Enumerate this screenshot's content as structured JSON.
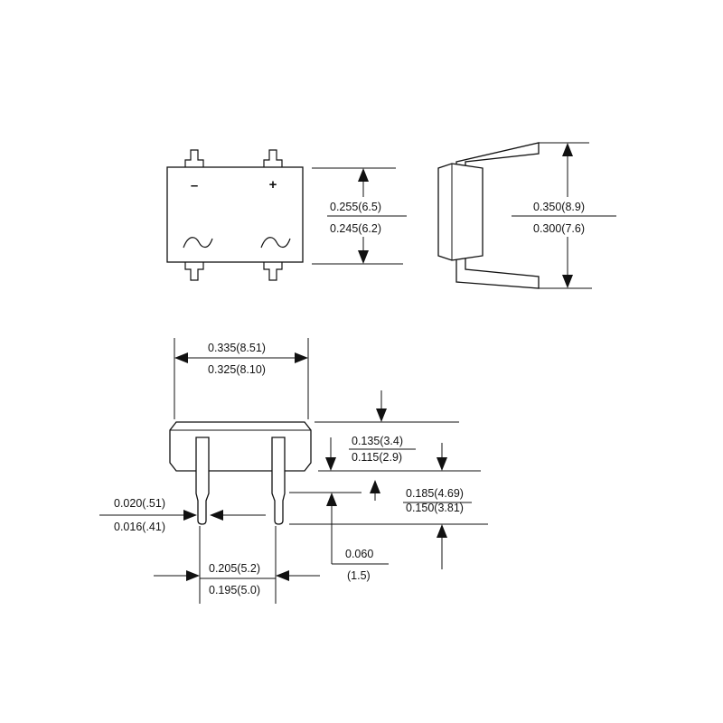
{
  "top_view": {
    "polarity_negative": "–",
    "polarity_positive": "+",
    "ac_symbol": "~",
    "width_max": "0.255(6.5)",
    "width_min": "0.245(6.2)"
  },
  "side_view": {
    "height_max": "0.350(8.9)",
    "height_min": "0.300(7.6)"
  },
  "front_view": {
    "body_length_max": "0.335(8.51)",
    "body_length_min": "0.325(8.10)",
    "body_thickness_max": "0.135(3.4)",
    "body_thickness_min": "0.115(2.9)",
    "lead_length_max": "0.185(4.69)",
    "lead_length_min": "0.150(3.81)",
    "lead_diameter_max": "0.020(.51)",
    "lead_diameter_min": "0.016(.41)",
    "lead_spacing_max": "0.205(5.2)",
    "lead_spacing_min": "0.195(5.0)",
    "lead_offset_in": "0.060",
    "lead_offset_mm": "(1.5)"
  }
}
